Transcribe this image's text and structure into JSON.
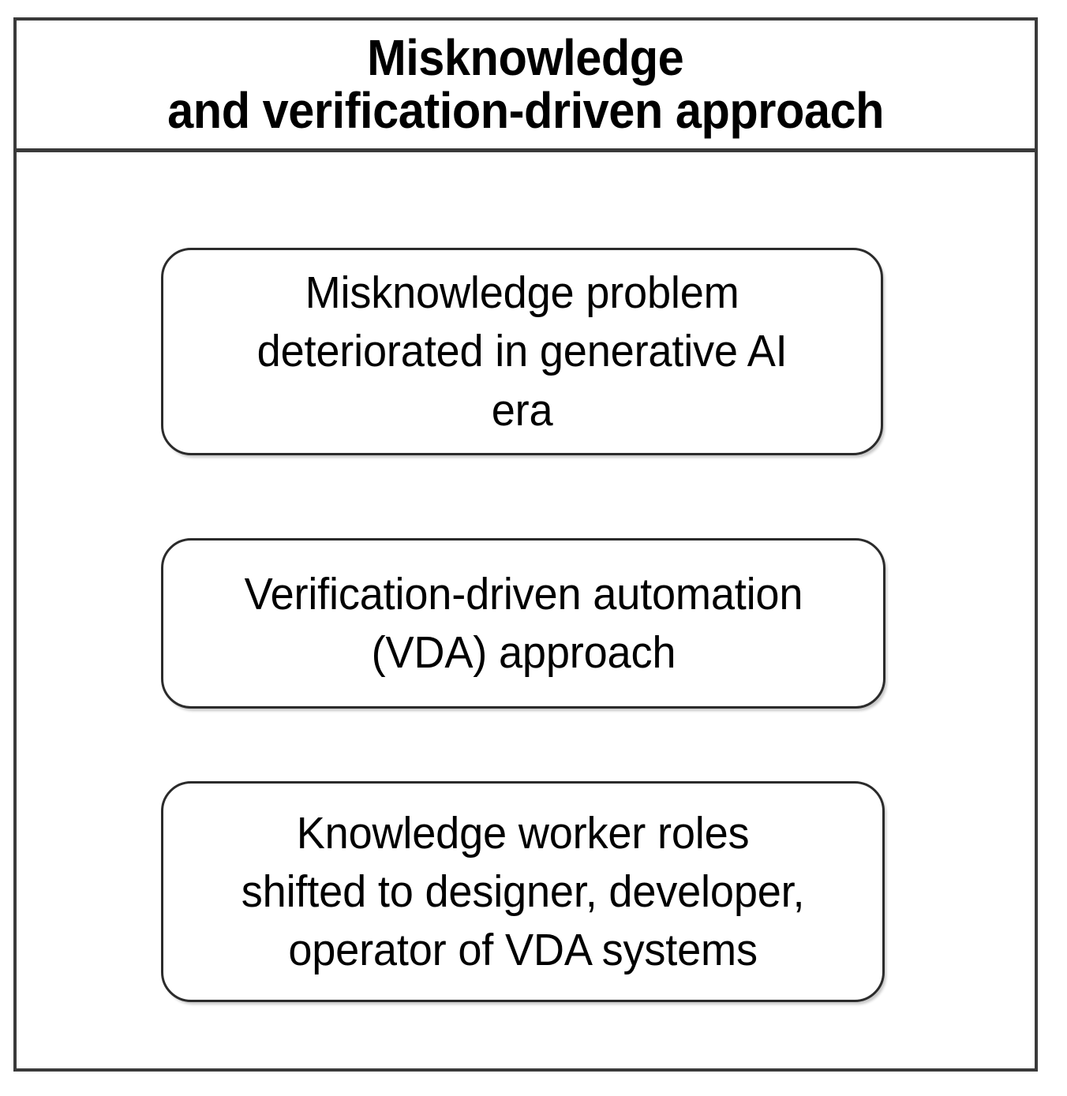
{
  "diagram": {
    "header": {
      "line1": "Misknowledge",
      "line2": "and verification-driven approach"
    },
    "boxes": [
      {
        "name": "misknowledge-problem",
        "text": "Misknowledge problem\ndeteriorated in  generative AI\nera"
      },
      {
        "name": "vda-approach",
        "text": "Verification-driven automation\n(VDA) approach"
      },
      {
        "name": "knowledge-worker-roles",
        "text": "Knowledge worker roles\nshifted to designer, developer,\noperator of VDA systems"
      }
    ],
    "colors": {
      "frame_border": "#3a3a3a",
      "box_border": "#2b2b2b",
      "text": "#000000",
      "background": "#ffffff"
    }
  }
}
